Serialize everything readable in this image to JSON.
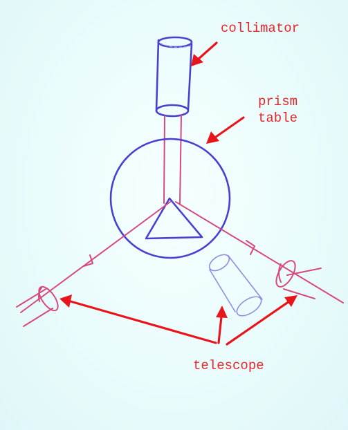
{
  "labels": {
    "collimator": "collimator",
    "prism_line1": "prism",
    "prism_line2": "table",
    "telescope": "telescope"
  },
  "colors": {
    "background": "#eafcfc",
    "label_text": "#e8262a",
    "arrow": "#e8161c",
    "instrument_outline": "#4a3fd0",
    "ray": "#d6487e"
  }
}
